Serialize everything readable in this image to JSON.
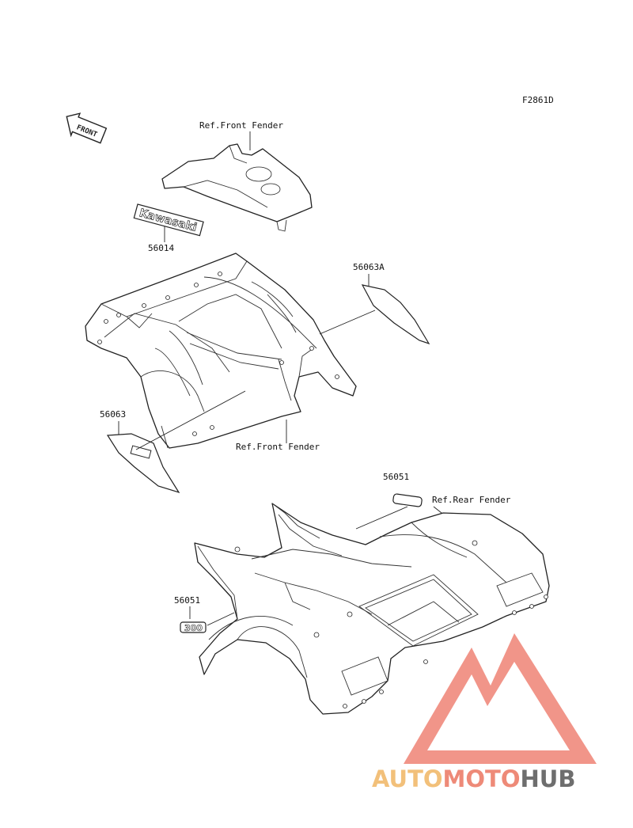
{
  "diagram_code": "F2861D",
  "front_marker": "FRONT",
  "labels": {
    "ref_front_fender_top": "Ref.Front Fender",
    "ref_front_fender_bottom": "Ref.Front Fender",
    "ref_rear_fender": "Ref.Rear Fender",
    "part_56014": "56014",
    "part_56063a": "56063A",
    "part_56063": "56063",
    "part_56051_top": "56051",
    "part_56051_left": "56051"
  },
  "decal_text": {
    "kawasaki": "Kawasaki",
    "emblem": "300"
  },
  "watermark": {
    "auto": "AUTO",
    "moto": "MOTO",
    "hub": "HUB",
    "colors": {
      "auto": "#f2c07a",
      "moto": "#ee8a78",
      "hub": "#6e6e6e",
      "triangle": "#f08d80"
    }
  }
}
